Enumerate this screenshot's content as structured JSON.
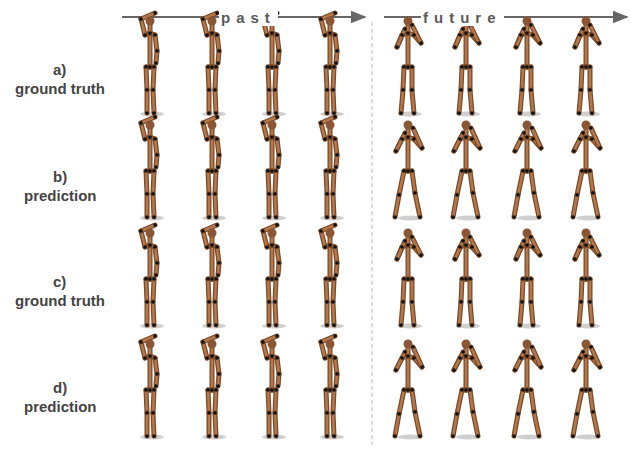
{
  "diagram": {
    "labels": [
      "past",
      "future",
      "a)",
      "ground truth",
      "b)",
      "prediction",
      "c)",
      "ground truth",
      "d)",
      "prediction"
    ]
  }
}
